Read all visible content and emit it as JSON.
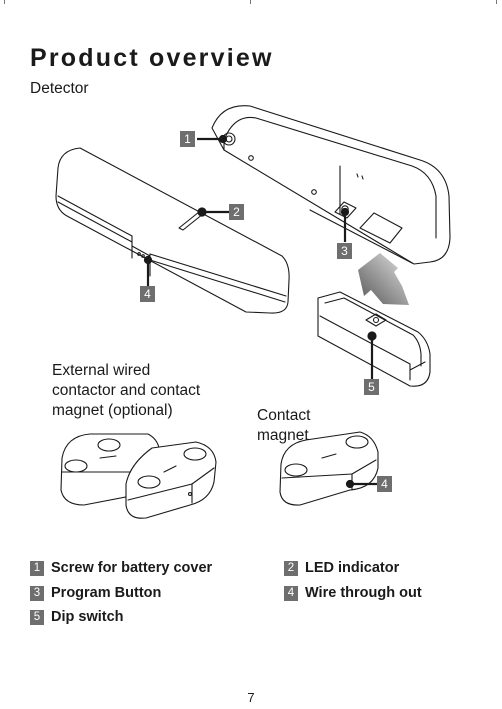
{
  "page": {
    "title": "Product overview",
    "section_label": "Detector",
    "page_number": "7"
  },
  "callouts": [
    "1",
    "2",
    "3",
    "4",
    "5",
    "4"
  ],
  "captions": {
    "external_line1": "External wired",
    "external_line2": "contactor and contact",
    "external_line3": "magnet (optional)",
    "contact_line1": "Contact",
    "contact_line2": "magnet"
  },
  "legend": [
    {
      "num": "1",
      "label": "Screw for battery cover"
    },
    {
      "num": "2",
      "label": "LED indicator"
    },
    {
      "num": "3",
      "label": "Program Button"
    },
    {
      "num": "4",
      "label": "Wire through out"
    },
    {
      "num": "5",
      "label": "Dip switch"
    }
  ],
  "colors": {
    "callout_badge": "#6e6e6e",
    "line_art": "#1a1a1a",
    "arrow_dark": "#555555",
    "arrow_light": "#e6e6e6"
  }
}
